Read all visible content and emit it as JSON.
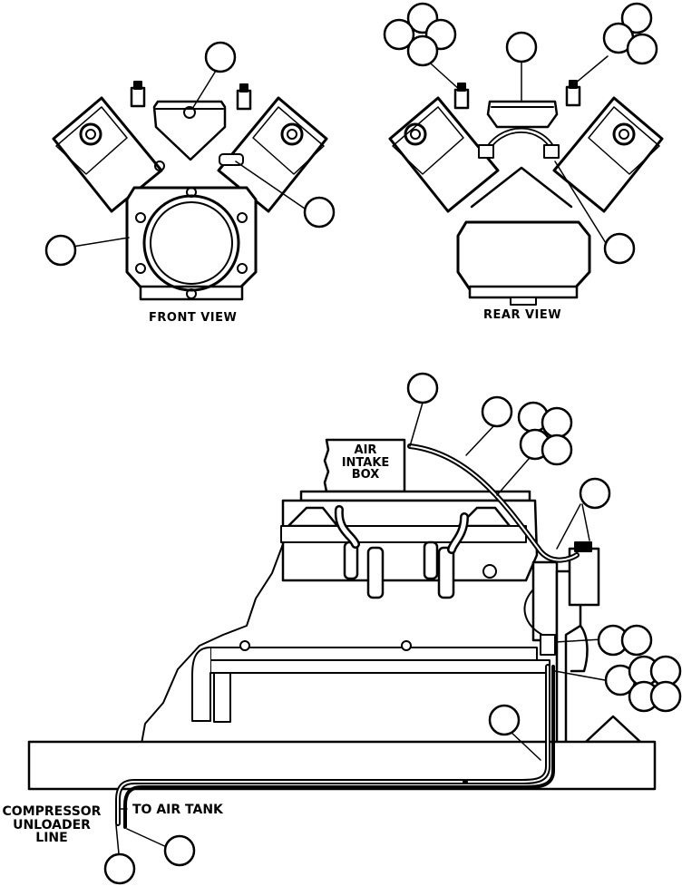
{
  "front_view": {
    "caption": "FRONT VIEW"
  },
  "rear_view": {
    "caption": "REAR VIEW"
  },
  "installation": {
    "intake_box_lines": [
      "AIR",
      "INTAKE",
      "BOX"
    ],
    "compressor_unloader_lines": [
      "COMPRESSOR",
      "UNLOADER",
      "LINE"
    ],
    "to_air_tank": "TO AIR TANK"
  },
  "callouts": {
    "count": 29,
    "style": "blank circle"
  },
  "colors": {
    "ink": "#000000",
    "paper": "#ffffff"
  }
}
